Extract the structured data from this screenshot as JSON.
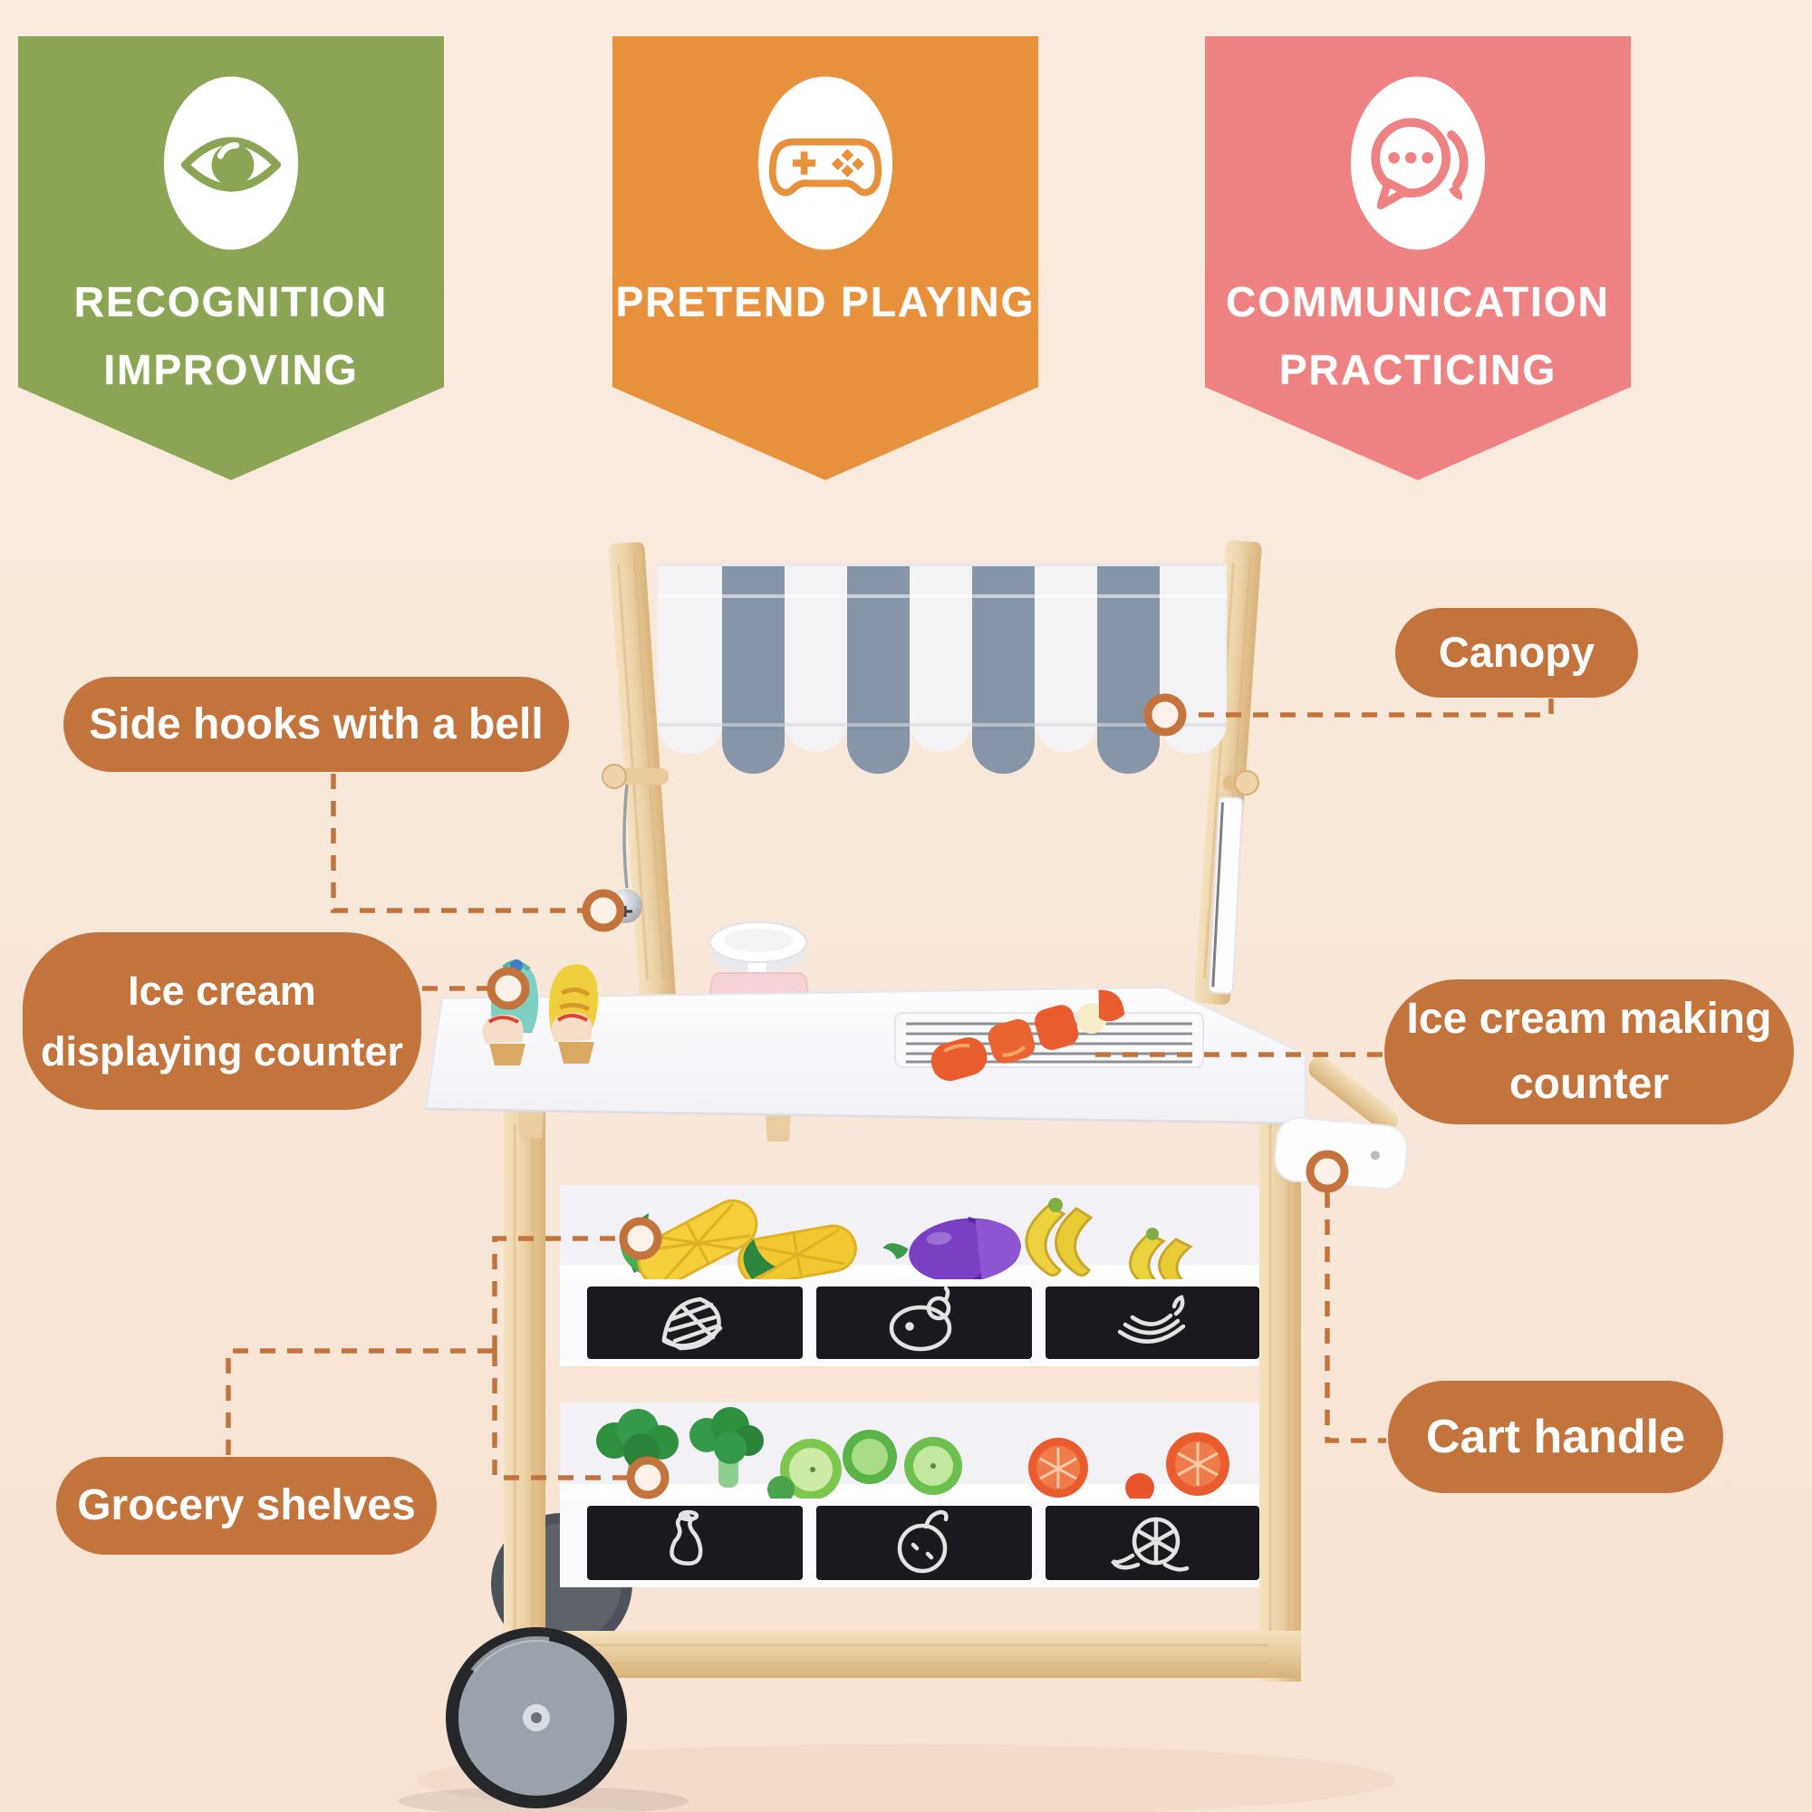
{
  "banners": [
    {
      "name": "recognition-improving",
      "icon": "eye-icon",
      "line1": "RECOGNITION",
      "line2": "IMPROVING",
      "color": "#8ba554"
    },
    {
      "name": "pretend-playing",
      "icon": "game-controller-icon",
      "line1": "PRETEND PLAYING",
      "line2": "",
      "color": "#e8913d"
    },
    {
      "name": "communication-practicing",
      "icon": "chat-bubbles-icon",
      "line1": "COMMUNICATION",
      "line2": "PRACTICING",
      "color": "#ee8182"
    }
  ],
  "labels": {
    "canopy": {
      "text": "Canopy"
    },
    "side_hooks": {
      "text": "Side hooks with a bell"
    },
    "display_counter": {
      "line1": "Ice cream",
      "line2": "displaying counter"
    },
    "making_counter": {
      "line1": "Ice cream making",
      "line2": "counter"
    },
    "cart_handle": {
      "text": "Cart handle"
    },
    "grocery_shelves": {
      "text": "Grocery shelves"
    }
  },
  "shelf_sign_icons": [
    "corn-chalk-icon",
    "eggplant-chalk-icon",
    "banana-chalk-icon",
    "gourd-chalk-icon",
    "pear-chalk-icon",
    "orange-slice-chalk-icon"
  ],
  "colors": {
    "background": "#f8e8da",
    "banner_green": "#8ba554",
    "banner_orange": "#e8913d",
    "banner_pink": "#ee8182",
    "label_pill": "#c3743d",
    "connector": "#c3743d",
    "canopy_stripe": "#8695a8",
    "canopy_white": "#f3f3f5",
    "wood": "#ecd3a8",
    "chalkboard": "#1a1a1e"
  }
}
